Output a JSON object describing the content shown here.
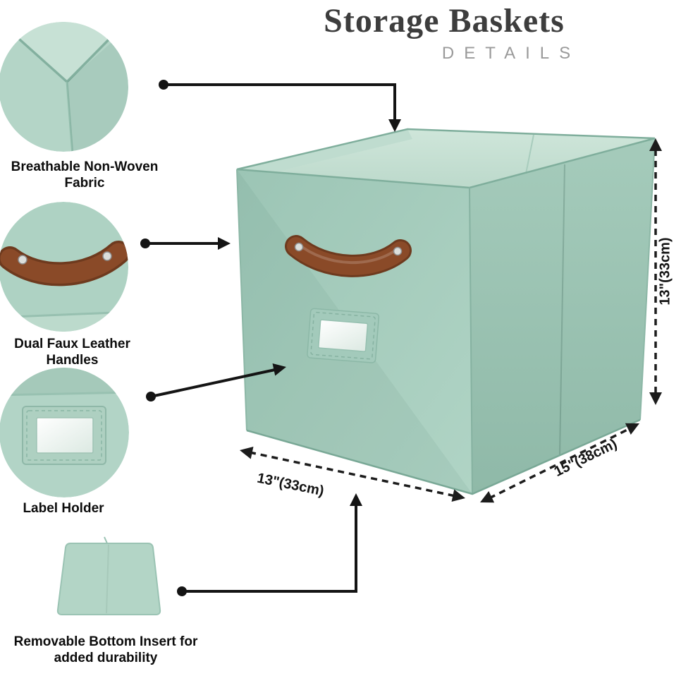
{
  "header": {
    "title": "Storage Baskets",
    "subtitle": "DETAILS"
  },
  "callouts": {
    "fabric": {
      "label": "Breathable Non-Woven Fabric"
    },
    "handles": {
      "label": "Dual Faux Leather Handles"
    },
    "label_holder": {
      "label": "Label Holder"
    },
    "bottom_insert": {
      "label": "Removable Bottom Insert for added durability"
    }
  },
  "dimensions": {
    "height": "13\"(33cm)",
    "front_width": "13\"(33cm)",
    "depth": "15\"(38cm)"
  },
  "colors": {
    "mint_front": "#a7cec0",
    "mint_side": "#9bc2b2",
    "mint_interior": "#c8e1d5",
    "leather": "#8a4a28",
    "arrow": "#141414",
    "title": "#3d3d3d",
    "subtitle": "#9a9a9a"
  }
}
